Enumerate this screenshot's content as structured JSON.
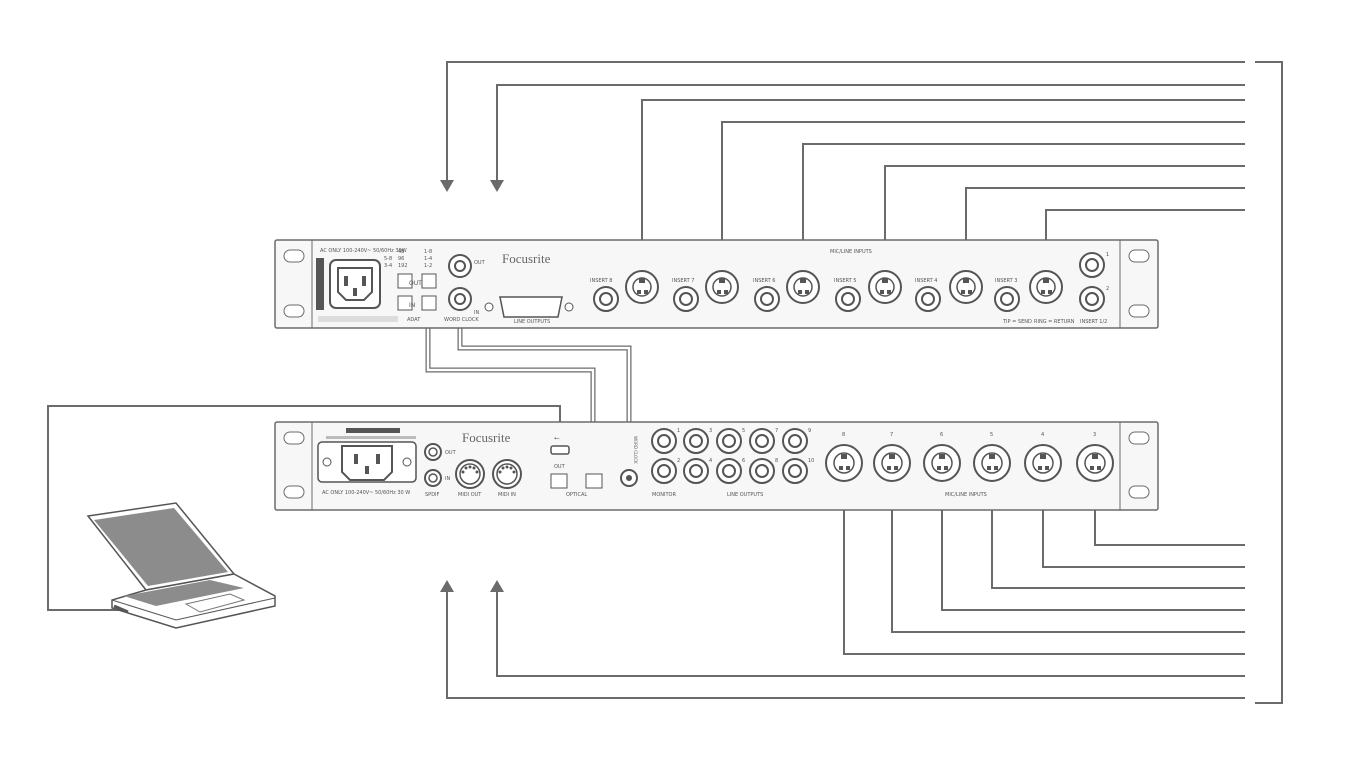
{
  "top_unit": {
    "brand": "Focusrite",
    "power_label": "AC ONLY 100-240V~ 50/60Hz 30W",
    "adat": {
      "label": "ADAT",
      "out_label": "OUT",
      "in_label": "IN",
      "rate_table": [
        {
          "rate": "48",
          "channels": "1-8"
        },
        {
          "rate": "96",
          "channels": "1-4"
        },
        {
          "rate": "192",
          "channels": "1-2"
        }
      ],
      "rate_cols": [
        "5-8",
        "3-4"
      ]
    },
    "wordclock": {
      "label": "WORD CLOCK",
      "out_label": "OUT",
      "in_label": "IN"
    },
    "line_outputs_label": "LINE OUTPUTS",
    "mic_line_inputs_label": "MIC/LINE INPUTS",
    "inserts": [
      "INSERT 8",
      "INSERT 7",
      "INSERT 6",
      "INSERT 5",
      "INSERT 4",
      "INSERT 3"
    ],
    "insert_legend": [
      "TIP = SEND",
      "RING = RETURN",
      "INSERT 1/2"
    ],
    "right_jack_numbers": [
      "1",
      "2"
    ]
  },
  "bottom_unit": {
    "brand": "Focusrite",
    "power_label": "AC ONLY 100-240V~ 50/60Hz 30 W",
    "spdif": {
      "label": "SPDIF",
      "out_label": "OUT",
      "in_label": "IN"
    },
    "midi_out_label": "MIDI OUT",
    "midi_in_label": "MIDI IN",
    "optical": {
      "label": "OPTICAL",
      "out_label": "OUT"
    },
    "wordclock_label": "WORD CLOCK",
    "monitor_label": "MONITOR",
    "line_outputs_label": "LINE OUTPUTS",
    "line_output_numbers": [
      "1",
      "3",
      "5",
      "7",
      "9",
      "2",
      "4",
      "6",
      "8",
      "10"
    ],
    "mic_line_inputs_label": "MIC/LINE INPUTS",
    "combo_numbers": [
      "8",
      "7",
      "6",
      "5",
      "4",
      "3"
    ]
  },
  "colors": {
    "line": "#6b6b6b",
    "panel": "#f7f7f7",
    "laptop_screen": "#8c8c8c"
  }
}
